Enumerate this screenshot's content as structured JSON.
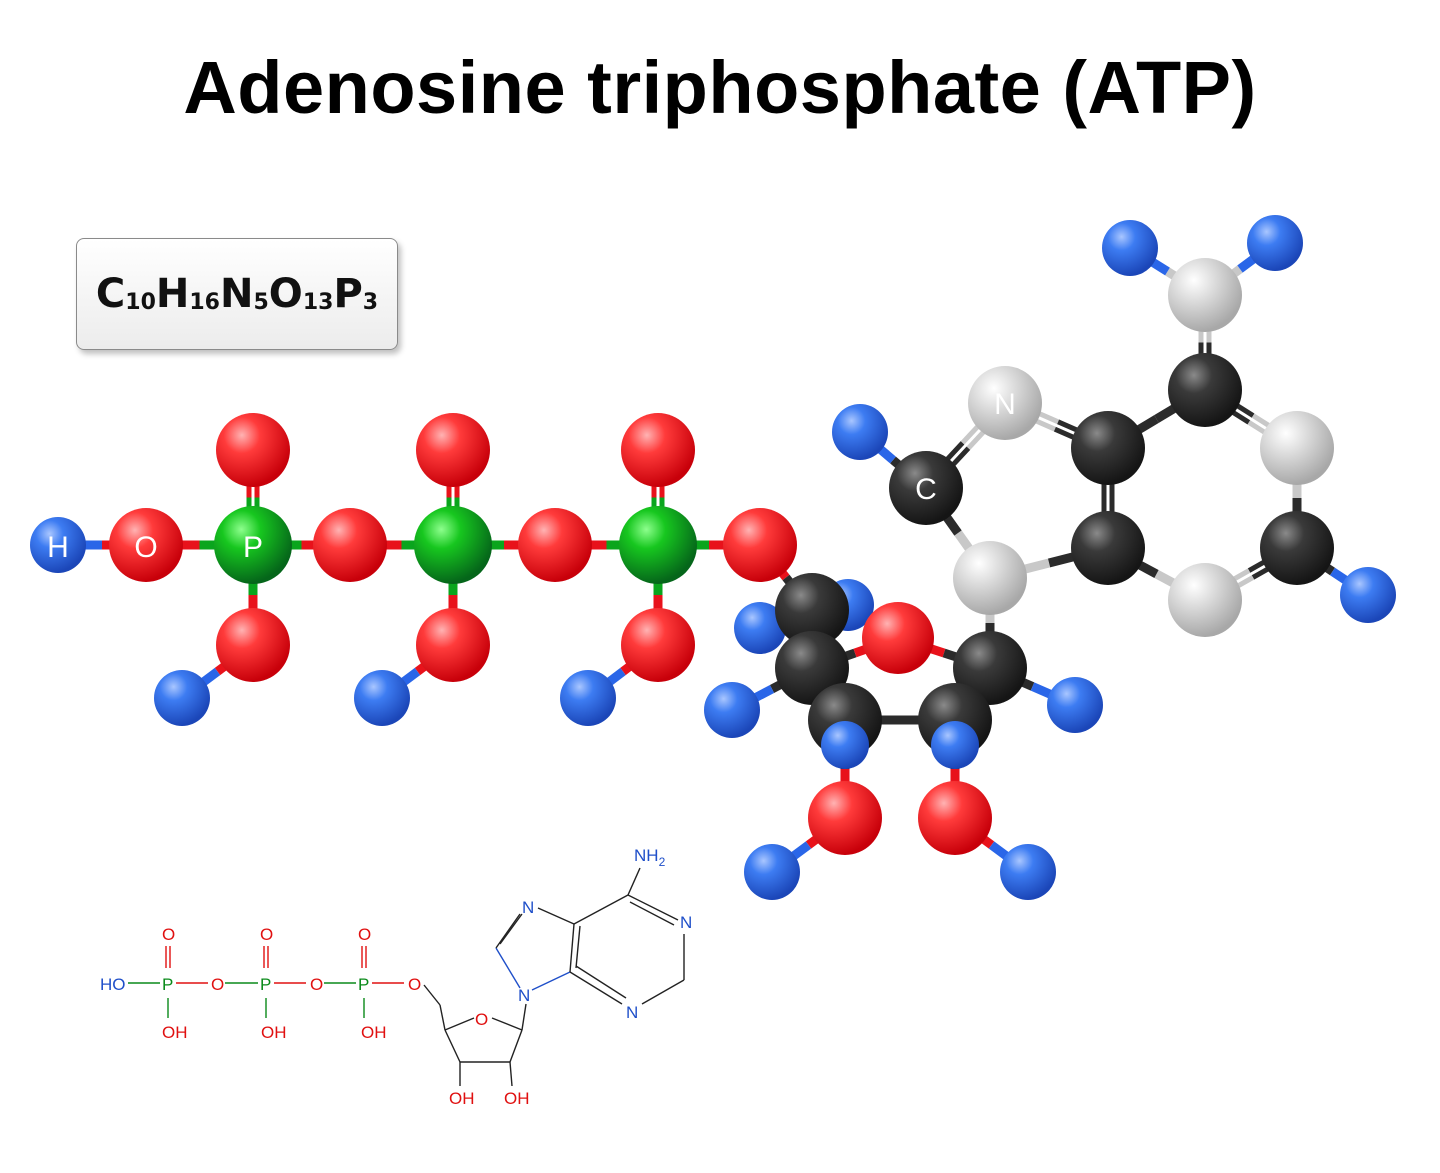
{
  "title": "Adenosine triphosphate (ATP)",
  "formula": [
    {
      "el": "C",
      "n": "10"
    },
    {
      "el": "H",
      "n": "16"
    },
    {
      "el": "N",
      "n": "5"
    },
    {
      "el": "O",
      "n": "13"
    },
    {
      "el": "P",
      "n": "3"
    }
  ],
  "colors": {
    "oxygen": "#e8121b",
    "phosphorus": "#0aa51d",
    "hydrogen": "#2a66e8",
    "carbon": "#2b2b2b",
    "nitrogen": "#c8c8c8",
    "bond": "#111111"
  },
  "ball_labels": {
    "hydrogen": "H",
    "oxygen": "O",
    "phosphorus": "P",
    "carbon": "C",
    "nitrogen": "N"
  },
  "skeletal": {
    "oxygen_label": "O",
    "hydroxyl_left": "HO",
    "hydroxyl": "OH",
    "phosphorus_label": "P",
    "nitrogen_label": "N",
    "amine_label": "NH",
    "amine_subscript": "2"
  }
}
